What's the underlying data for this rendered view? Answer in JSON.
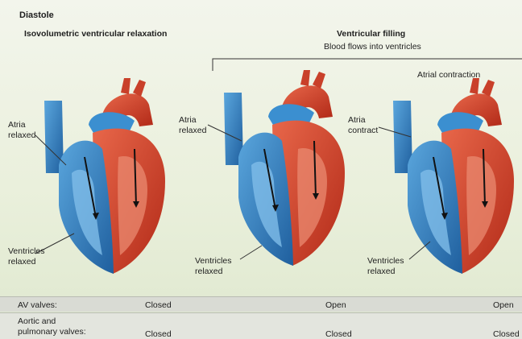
{
  "title": "Diastole",
  "phases": {
    "iso": "Isovolumetric ventricular relaxation",
    "filling": "Ventricular filling",
    "filling_sub": "Blood flows into ventricles",
    "atrial": "Atrial contraction"
  },
  "labels": {
    "atria_relaxed_1a": "Atria",
    "atria_relaxed_1b": "relaxed",
    "atria_relaxed_2a": "Atria",
    "atria_relaxed_2b": "relaxed",
    "atria_contract_a": "Atria",
    "atria_contract_b": "contract",
    "vent_relaxed_1a": "Ventricles",
    "vent_relaxed_1b": "relaxed",
    "vent_relaxed_2a": "Ventricles",
    "vent_relaxed_2b": "relaxed",
    "vent_relaxed_3a": "Ventricles",
    "vent_relaxed_3b": "relaxed"
  },
  "table": {
    "av_label": "AV valves:",
    "av_1": "Closed",
    "av_2": "Open",
    "av_3": "Open",
    "semi_label_a": "Aortic and",
    "semi_label_b": "pulmonary valves:",
    "semi_1": "Closed",
    "semi_2": "Closed",
    "semi_3": "Closed"
  },
  "colors": {
    "artery_red": "#d23a22",
    "vein_blue": "#2f7fc1",
    "background": "#eef2e4"
  }
}
